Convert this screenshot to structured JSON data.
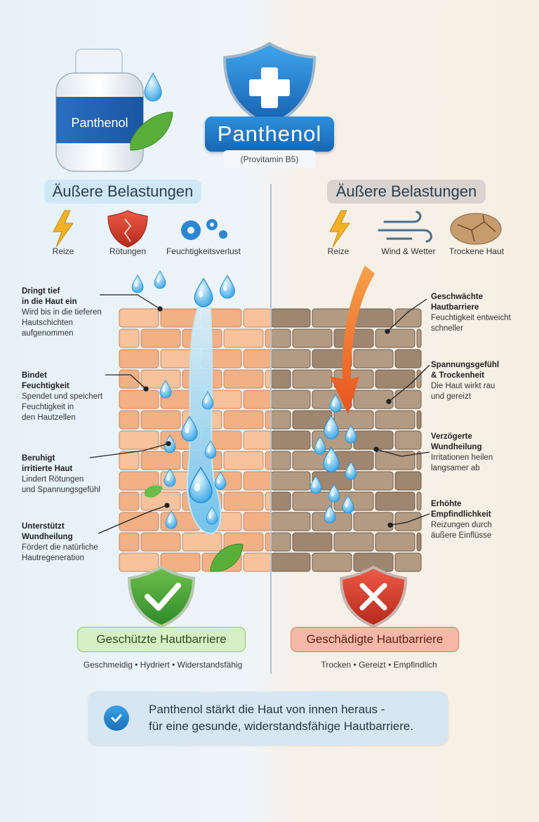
{
  "header": {
    "bottle_label": "Panthenol",
    "title": "Panthenol",
    "subtitle": "(Provitamin B5)"
  },
  "left": {
    "stress_title": "Äußere Belastungen",
    "stress_icons": [
      {
        "label": "Reize",
        "icon": "lightning-icon"
      },
      {
        "label": "Rötungen",
        "icon": "cracked-shield-icon"
      },
      {
        "label": "Feuchtigkeitsverlust",
        "icon": "gears-icon"
      }
    ],
    "annotations": [
      {
        "title": "Dringt tief\nin die Haut ein",
        "text": "Wird bis in die tieferen\nHautschichten\naufgenommen"
      },
      {
        "title": "Bindet\nFeuchtigkeit",
        "text": "Spendet und speichert\nFeuchtigkeit in\nden Hautzellen"
      },
      {
        "title": "Beruhigt\nirritierte Haut",
        "text": "Lindert Rötungen\nund Spannungsgefühl"
      },
      {
        "title": "Unterstützt\nWundheilung",
        "text": "Fördert die natürliche\nHautregeneration"
      }
    ],
    "result_title": "Geschützte Hautbarriere",
    "traits": "Geschmeidig • Hydriert • Widerstandsfähig"
  },
  "right": {
    "stress_title": "Äußere Belastungen",
    "stress_icons": [
      {
        "label": "Reize",
        "icon": "lightning-icon"
      },
      {
        "label": "Wind & Wetter",
        "icon": "wind-icon"
      },
      {
        "label": "Trockene Haut",
        "icon": "dry-skin-icon"
      }
    ],
    "annotations": [
      {
        "title": "Geschwächte\nHautbarriere",
        "text": "Feuchtigkeit entweicht\nschneller"
      },
      {
        "title": "Spannungsgefühl\n& Trockenheit",
        "text": "Die Haut wirkt rau\nund gereizt"
      },
      {
        "title": "Verzögerte\nWundheilung",
        "text": "Irritationen heilen\nlangsamer ab"
      },
      {
        "title": "Erhöhte\nEmpfindlichkeit",
        "text": "Reizungen durch\näußere Einflüsse"
      }
    ],
    "result_title": "Geschädigte Hautbarriere",
    "traits": "Trocken • Gereizt • Empfindlich"
  },
  "banner": {
    "line1": "Panthenol stärkt die Haut von innen heraus -",
    "line2": "für eine gesunde, widerstandsfähige Hautbarriere.",
    "icon": "check-circle-icon"
  },
  "colors": {
    "accent_blue": "#1f78c8",
    "healthy_green": "#5aa83a",
    "damaged_red": "#d9412f",
    "brick_healthy": "#f2b085",
    "brick_dry": "#b39a82"
  }
}
